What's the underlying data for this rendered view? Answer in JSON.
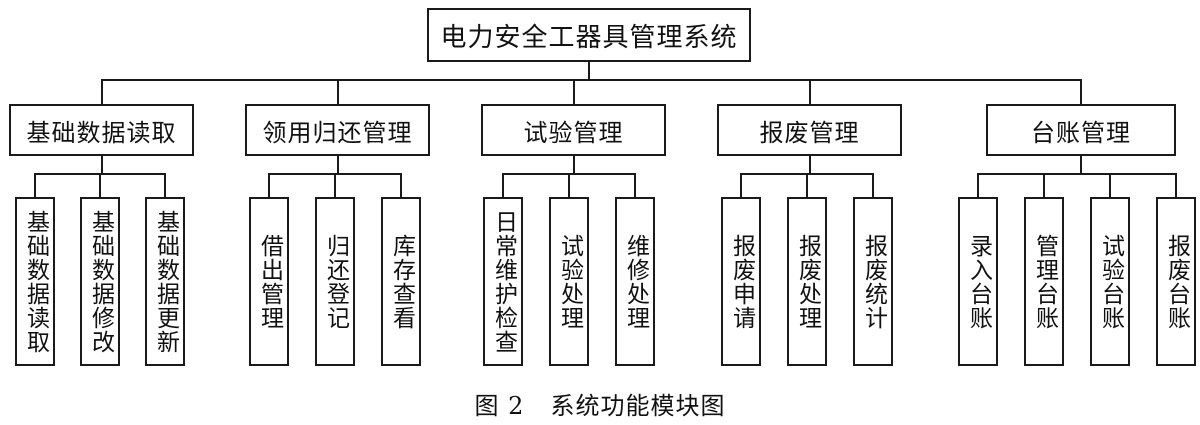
{
  "root": {
    "label": "电力安全工器具管理系统"
  },
  "modules": [
    {
      "label": "基础数据读取",
      "children": [
        "基础数据读取",
        "基础数据修改",
        "基础数据更新"
      ]
    },
    {
      "label": "领用归还管理",
      "children": [
        "借出管理",
        "归还登记",
        "库存查看"
      ]
    },
    {
      "label": "试验管理",
      "children": [
        "日常维护检查",
        "试验处理",
        "维修处理"
      ]
    },
    {
      "label": "报废管理",
      "children": [
        "报废申请",
        "报废处理",
        "报废统计"
      ]
    },
    {
      "label": "台账管理",
      "children": [
        "录入台账",
        "管理台账",
        "试验台账",
        "报废台账"
      ]
    }
  ],
  "caption": {
    "figure_label": "图 2",
    "title": "系统功能模块图"
  }
}
